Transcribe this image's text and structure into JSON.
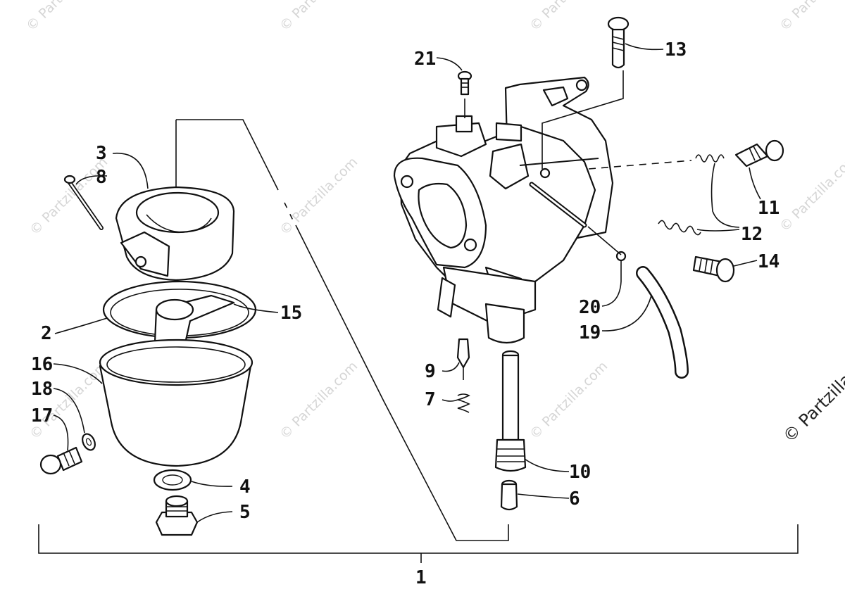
{
  "diagram": {
    "callouts": {
      "c1": "1",
      "c2": "2",
      "c3": "3",
      "c4": "4",
      "c5": "5",
      "c6": "6",
      "c7": "7",
      "c8": "8",
      "c9": "9",
      "c10": "10",
      "c11": "11",
      "c12": "12",
      "c13": "13",
      "c14": "14",
      "c15": "15",
      "c16": "16",
      "c17": "17",
      "c18": "18",
      "c19": "19",
      "c20": "20",
      "c21": "21"
    },
    "watermark": "© Partzilla.com",
    "watermark_edge": "© Partzilla"
  }
}
